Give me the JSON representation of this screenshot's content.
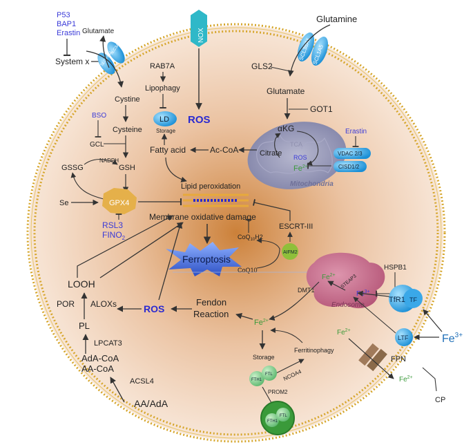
{
  "colors": {
    "membrane": "#d6a62c",
    "cytoplasm_center": "#c97a2f",
    "cytoplasm_edge": "#fbeee3",
    "blue_text": "#3a3ad8",
    "green_text": "#3a9a3a",
    "transporter": "#1f9fe0",
    "mitochondria": "#8e8fb0",
    "endosome": "#c26b8a",
    "ferroptosis_star": "#3f67d8"
  },
  "labels": {
    "p53": "P53",
    "bap1": "BAP1",
    "erastin_top": "Erastin",
    "system_x": "System x",
    "glutamate_top": "Glutamate",
    "slc3a2": "SLC3A2",
    "slc7a11": "SLC7A11",
    "nox": "NOX",
    "ros_top": "ROS",
    "glutamine": "Glutamine",
    "slc38a1": "SCL38A1",
    "slc1a5": "SCL1A5",
    "rab7a": "RAB7A",
    "lipophagy": "Lipophagy",
    "ld": "LD",
    "storage_ld": "Storage",
    "gls2": "GLS2",
    "glutamate_mid": "Glutamate",
    "got1": "GOT1",
    "cystine": "Cystine",
    "bso": "BSO",
    "cysteine": "Cysteine",
    "gcl": "GCL",
    "nadph": "NADPH",
    "gssg": "GSSG",
    "gsh": "GSH",
    "fatty_acid": "Fatty acid",
    "ac_coa": "Ac-CoA",
    "citrate": "Citrate",
    "akg": "αKG",
    "tca": "TCA",
    "ros_mito": "ROS",
    "erastin_mito": "Erastin",
    "vdac": "VDAC 2/3",
    "cisd": "CISD1/2",
    "fe_mito": "Fe",
    "mitochondria": "Mitochondria",
    "lipid_peroxidation": "Lipid peroxidation",
    "se": "Se",
    "gpx4": "GPX4",
    "rsl3": "RSL3",
    "fino2": "FINO",
    "membrane_damage": "Membrane oxidative damage",
    "escrt": "ESCRT-III",
    "coqh2": "CoQ",
    "coqh2_sub": "10",
    "coqh2_suffix": "H2",
    "aifm2": "AIFM2",
    "coq10": "CoQ10",
    "ferroptosis": "Ferroptosis",
    "hspb1": "HSPB1",
    "steap3": "STEAP3",
    "dmt1": "DMT1",
    "endosome": "Endosome",
    "fe_endo": "Fe",
    "fe_endo3": "Fe",
    "tfr1": "TfR1",
    "tf": "TF",
    "looh": "LOOH",
    "por": "POR",
    "aloxs": "ALOXs",
    "ros_bottom": "ROS",
    "fendon": "Fendon",
    "reaction": "Reaction",
    "pl": "PL",
    "fe_lip": "Fe",
    "lpcat3": "LPCAT3",
    "ada_coa": "AdA-CoA",
    "aa_coa": "AA-CoA",
    "acsl4": "ACSL4",
    "aa_ada": "AA/AdA",
    "storage_bottom": "Storage",
    "ferritinophagy": "Ferritinophagy",
    "ncoa4": "NCOA4",
    "fth1": "FTH1",
    "ftl": "FTL",
    "prom2": "PROM2",
    "fth1_b": "FTH1",
    "ftl_b": "FTL",
    "fe_right": "Fe",
    "ltf": "LTF",
    "fe3_big": "Fe",
    "fpn": "FPN",
    "fe_out": "Fe",
    "cp": "CP",
    "sup_2plus": "2+",
    "sup_3plus": "3+",
    "sub_2": "2"
  }
}
